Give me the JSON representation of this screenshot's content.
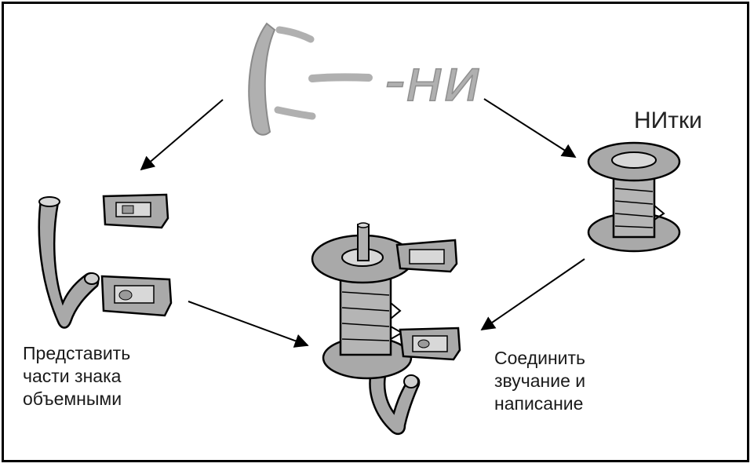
{
  "labels": {
    "thread_word": "НИтки",
    "kanji_reading": "-ни",
    "left_caption": [
      "Представить",
      "части знака",
      "объемными"
    ],
    "right_caption": [
      "Соединить",
      "звучание и",
      "написание"
    ]
  },
  "colors": {
    "ink": "#000000",
    "sketch_fill": "#a9a9a9",
    "sketch_light": "#c8c8c8",
    "background": "#ffffff"
  },
  "icons": [
    "kanji-sketch",
    "bent-tube-icon",
    "block-icon",
    "spool-icon",
    "combined-spool-icon",
    "arrow-icon"
  ]
}
